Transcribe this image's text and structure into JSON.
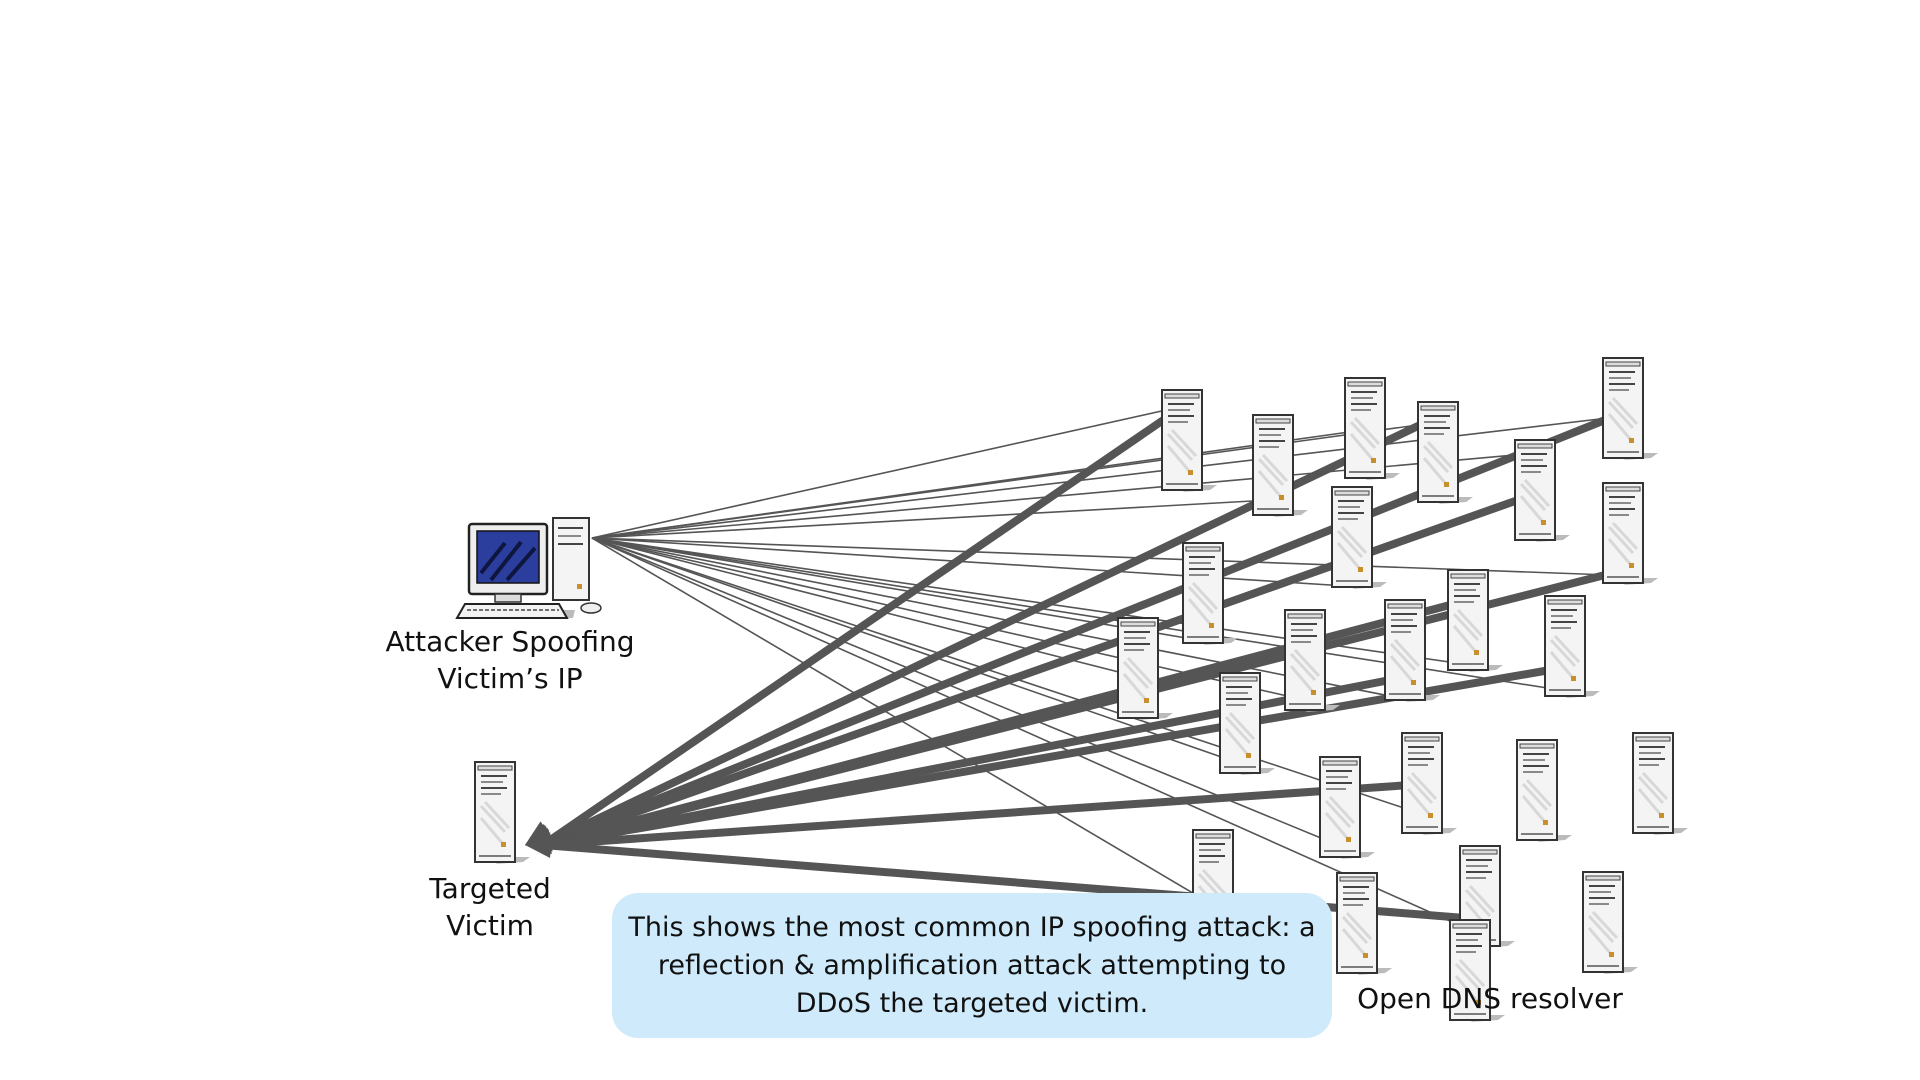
{
  "labels": {
    "attacker_line1": "Attacker Spoofing",
    "attacker_line2": "Victim’s IP",
    "victim_line1": "Targeted",
    "victim_line2": "Victim",
    "resolver": "Open DNS resolver"
  },
  "callout": {
    "line1": "This shows the most common IP spoofing attack: a",
    "line2": "reflection & amplification attack attempting to",
    "line3": "DDoS the targeted victim."
  },
  "colors": {
    "arrow": "#555555",
    "callout_bg": "#cfeafa",
    "monitor_screen": "#2b3e9e"
  },
  "icons": {
    "attacker": "desktop-computer-icon",
    "victim": "server-tower-icon",
    "resolver": "server-tower-icon"
  },
  "resolver_count": 25
}
